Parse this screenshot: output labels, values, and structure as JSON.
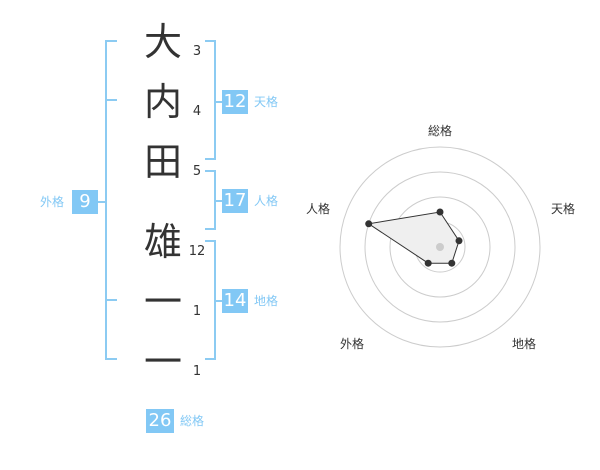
{
  "name": {
    "characters": [
      "大",
      "内",
      "田",
      "雄",
      "一",
      "一"
    ],
    "strokes": [
      "3",
      "4",
      "5",
      "12",
      "1",
      "1"
    ]
  },
  "scores": {
    "tenkaku": {
      "value": "12",
      "label": "天格"
    },
    "jinkaku": {
      "value": "17",
      "label": "人格"
    },
    "chikaku": {
      "value": "14",
      "label": "地格"
    },
    "gaikaku": {
      "value": "9",
      "label": "外格"
    },
    "soukaku": {
      "value": "26",
      "label": "総格"
    }
  },
  "chart_data": {
    "type": "radar",
    "axes": [
      "総格",
      "天格",
      "地格",
      "外格",
      "人格"
    ],
    "values": [
      0.35,
      0.2,
      0.2,
      0.2,
      0.75
    ],
    "range": [
      0,
      1
    ],
    "rings": 4
  },
  "colors": {
    "accent": "#82c8f5",
    "bracket": "#8ccbf2",
    "ring": "#cccccc",
    "polygon_fill": "#efefef",
    "point": "#333333",
    "center_dot": "#cccccc"
  }
}
